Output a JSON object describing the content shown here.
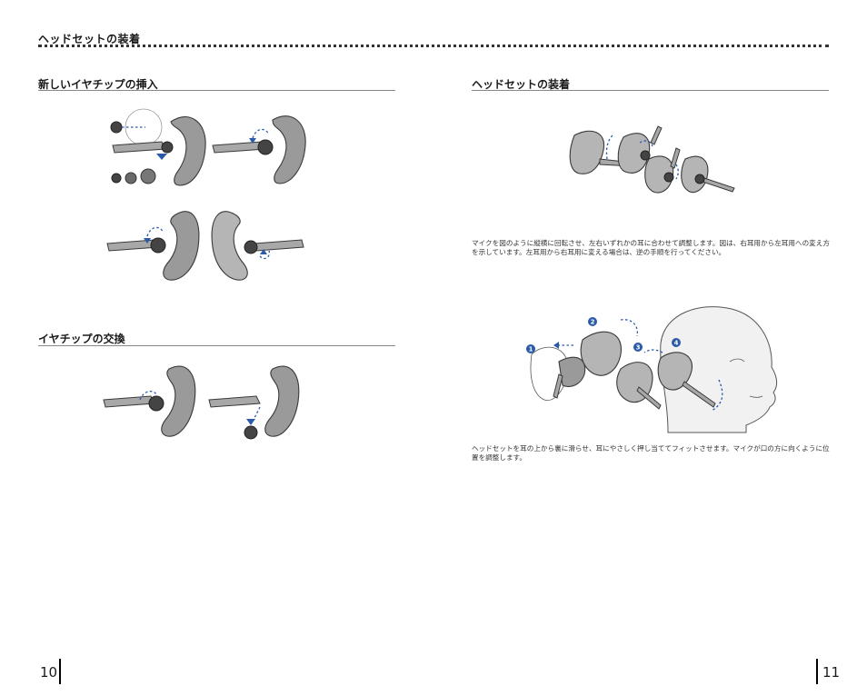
{
  "header": {
    "title": "ヘッドセットの装着"
  },
  "left": {
    "section1_title": "新しいイヤチップの挿入",
    "section2_title": "イヤチップの交換",
    "page_number": "10"
  },
  "right": {
    "section_title": "ヘッドセットの装着",
    "caption1": "マイクを図のように縦横に回転させ、左右いずれかの耳に合わせて調整します。図は、右耳用から左耳用への変え方を示しています。左耳用から右耳用に変える場合は、逆の手順を行ってください。",
    "caption2": "ヘッドセットを耳の上から裏に滑らせ、耳にやさしく押し当ててフィットさせます。マイクが口の方に向くように位置を調整します。",
    "steps": [
      "1",
      "2",
      "3",
      "4"
    ],
    "page_number": "11"
  },
  "colors": {
    "accent": "#2b5aa8",
    "rule": "#888888",
    "body": "#9a9a9a"
  }
}
